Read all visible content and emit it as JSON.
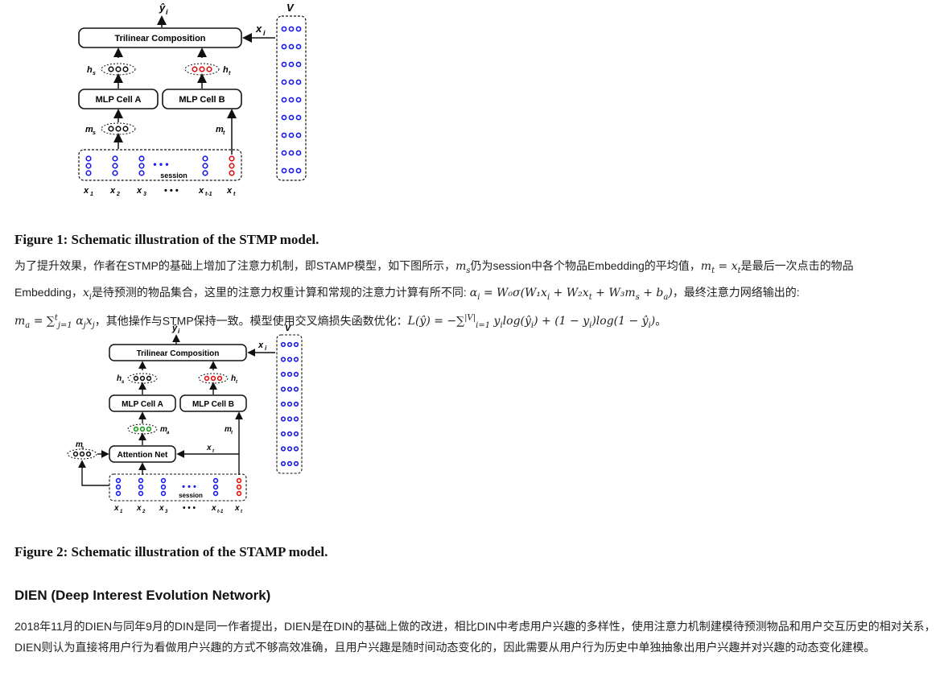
{
  "figure1": {
    "caption": "Figure 1: Schematic illustration of the STMP model.",
    "labels": {
      "output": "ŷ",
      "output_sub": "i",
      "trilinear": "Trilinear Composition",
      "v": "V",
      "xi": "x",
      "xi_sub": "i",
      "hs": "h",
      "hs_sub": "s",
      "ht": "h",
      "ht_sub": "t",
      "mlp_a": "MLP Cell A",
      "mlp_b": "MLP Cell B",
      "ms": "m",
      "ms_sub": "s",
      "mt": "m",
      "mt_sub": "t",
      "session": "session",
      "dots": "• • •",
      "x1": "x",
      "x1_sub": "1",
      "x2": "x",
      "x2_sub": "2",
      "x3": "x",
      "x3_sub": "3",
      "xdots": "• • •",
      "xt1": "x",
      "xt1_sub": "t-1",
      "xt": "x",
      "xt_sub": "t"
    }
  },
  "para1": {
    "t1": "为了提升效果，作者在STMP的基础上增加了注意力机制，即STAMP模型，如下图所示，",
    "m1": "m",
    "m1_sub": "s",
    "t2": "仍为session中各个物品Embedding的平均值，",
    "m2": "m",
    "m2_sub": "t",
    "m2_eq": " = x",
    "m2_sub2": "t",
    "t3": "是最后一次点击的物品",
    "t4": "Embedding，",
    "m3": "x",
    "m3_sub": "i",
    "t5": "是待预测的物品集合，这里的注意力权重计算和常规的注意力计算有所不同: ",
    "formula_alpha": "α",
    "formula_alpha_sub": "i",
    "formula_alpha_rest": " = W₀σ(W₁x",
    "formula_alpha_rest_sub": "i",
    "formula_alpha_rest2": " + W₂x",
    "formula_alpha_rest2_sub": "t",
    "formula_alpha_rest3": " + W₃m",
    "formula_alpha_rest3_sub": "s",
    "formula_alpha_rest4": " + b",
    "formula_alpha_rest4_sub": "a",
    "formula_alpha_end": ")",
    "t6": "，最终注意力网络输出的:",
    "ma": "m",
    "ma_sub": "a",
    "ma_rest": " = ∑",
    "ma_sum_sup": "t",
    "ma_sum_sub": "j=1",
    "ma_rest2": " α",
    "ma_rest2_sub": "j",
    "ma_rest3": "x",
    "ma_rest3_sub": "j",
    "t7": "，其他操作与STMP保持一致。模型使用交叉熵损失函数优化：",
    "loss1": "L(ŷ) = −∑",
    "loss_sum_sup": "|V|",
    "loss_sum_sub": "i=1",
    "loss2": " y",
    "loss2_sub": "i",
    "loss3": "log(ŷ",
    "loss3_sub": "i",
    "loss4": ") + (1 − y",
    "loss4_sub": "i",
    "loss5": ")log(1 − ŷ",
    "loss5_sub": "i",
    "loss6": ")",
    "t8": "。"
  },
  "figure2": {
    "caption": "Figure 2: Schematic illustration of the STAMP model.",
    "labels": {
      "output": "ŷ",
      "output_sub": "i",
      "trilinear": "Trilinear Composition",
      "v": "V",
      "xi": "x",
      "xi_sub": "i",
      "hs": "h",
      "hs_sub": "s",
      "ht": "h",
      "ht_sub": "t",
      "mlp_a": "MLP Cell A",
      "mlp_b": "MLP Cell B",
      "ma": "m",
      "ma_sub": "a",
      "mt": "m",
      "mt_sub": "t",
      "ms": "m",
      "ms_sub": "s",
      "xt_label": "x",
      "xt_label_sub": "t",
      "attention": "Attention Net",
      "session": "session",
      "dots": "• • •",
      "x1": "x",
      "x1_sub": "1",
      "x2": "x",
      "x2_sub": "2",
      "x3": "x",
      "x3_sub": "3",
      "xdots": "• • •",
      "xt1": "x",
      "xt1_sub": "t-1",
      "xt": "x",
      "xt_sub": "t"
    }
  },
  "section": {
    "heading": "DIEN (Deep Interest Evolution Network)",
    "body": "2018年11月的DIEN与同年9月的DIN是同一作者提出，DIEN是在DIN的基础上做的改进，相比DIN中考虑用户兴趣的多样性，使用注意力机制建模待预测物品和用户交互历史的相对关系，DIEN则认为直接将用户行为看做用户兴趣的方式不够高效准确，且用户兴趣是随时间动态变化的，因此需要从用户行为历史中单独抽象出用户兴趣并对兴趣的动态变化建模。"
  },
  "colors": {
    "blue": "#1a1aee",
    "red": "#e01010",
    "green": "#1a9a1a",
    "ink": "#111111"
  }
}
